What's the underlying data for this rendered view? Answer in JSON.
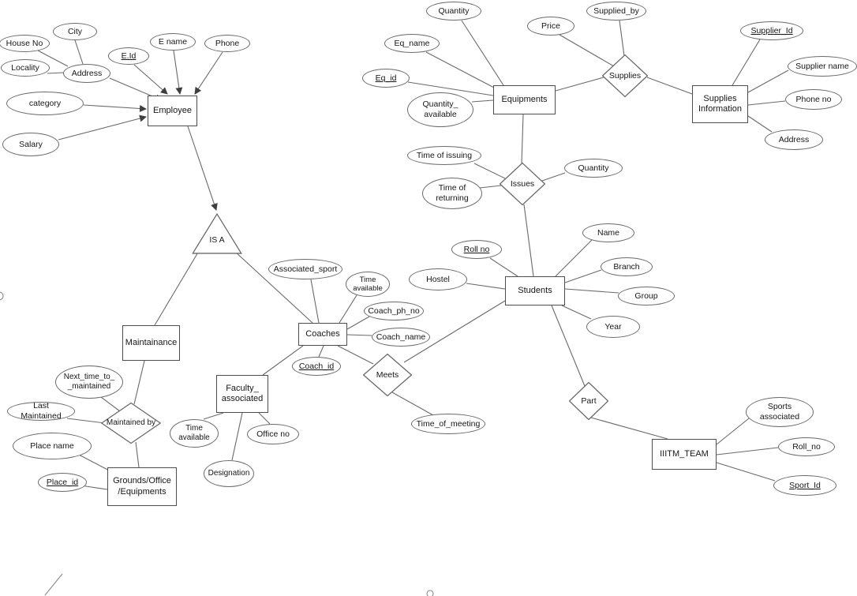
{
  "colors": {
    "ink": "#444444",
    "background": "#ffffff"
  },
  "entities": {
    "employee": "Employee",
    "equipments": "Equipments",
    "supplies_information": "Supplies Information",
    "students": "Students",
    "coaches": "Coaches",
    "maintainance": "Maintainance",
    "faculty_associated": "Faculty_ associated",
    "grounds_office_equipments": "Grounds/Office /Equipments",
    "iiitm_team": "IIITM_TEAM"
  },
  "relationships": {
    "supplies": "Supplies",
    "issues": "Issues",
    "meets": "Meets",
    "part": "Part",
    "maintained_by": "Maintained by"
  },
  "specialization": {
    "isa": "IS A"
  },
  "attributes": {
    "city": "City",
    "house_no": "House No",
    "locality": "Locality",
    "address": "Address",
    "e_id": "E.Id",
    "e_name": "E name",
    "phone": "Phone",
    "category": "category",
    "salary": "Salary",
    "quantity_equipment": "Quantity",
    "eq_name": "Eq_name",
    "eq_id": "Eq_id",
    "quantity_available": "Quantity_ available",
    "price": "Price",
    "supplied_by": "Supplied_by",
    "supplier_id": "Supplier_Id",
    "supplier_name": "Supplier name",
    "phone_no": "Phone no",
    "supplier_address": "Address",
    "time_of_issuing": "Time of issuing",
    "time_of_returning": "Time of returning",
    "quantity_issues": "Quantity",
    "roll_no": "Roll no",
    "hostel": "Hostel",
    "name": "Name",
    "branch": "Branch",
    "group": "Group",
    "year": "Year",
    "associated_sport": "Associated_sport",
    "time_available_coach": "Time available",
    "coach_ph_no": "Coach_ph_no",
    "coach_name": "Coach_name",
    "coach_id": "Coach_id",
    "next_time_to_maintained": "Next_time_to_ _maintained",
    "last_maintained": "Last Maintained",
    "place_name": "Place name",
    "place_id": "Place_id",
    "time_available_faculty": "Time available",
    "office_no": "Office no",
    "designation": "Designation",
    "time_of_meeting": "Time_of_meeting",
    "sports_associated": "Sports associated",
    "roll_no_team": "Roll_no",
    "sport_id": "Sport_Id"
  }
}
